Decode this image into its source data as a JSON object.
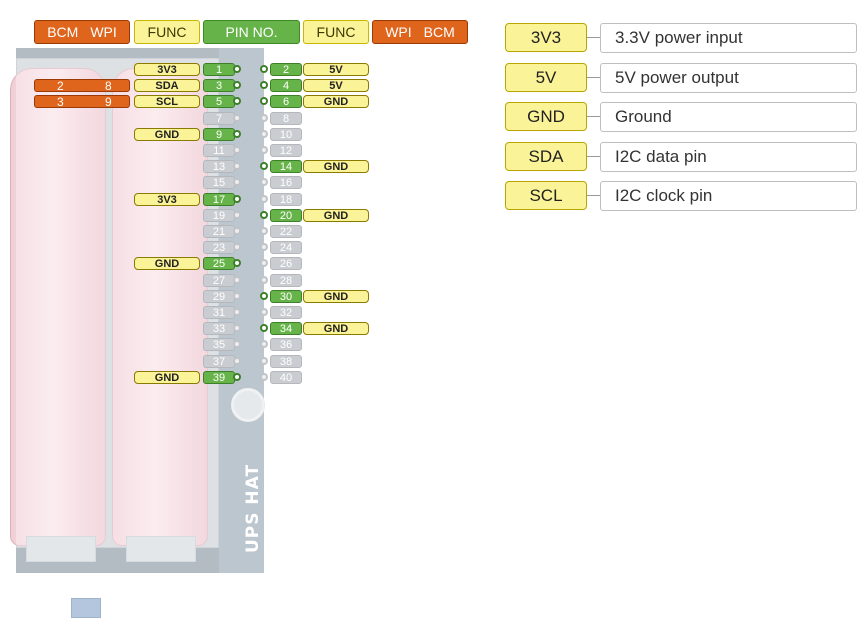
{
  "header": {
    "left_gpio_labels": [
      "BCM",
      "WPI"
    ],
    "left_func": "FUNC",
    "pin_no": "PIN NO.",
    "right_func": "FUNC",
    "right_gpio_labels": [
      "WPI",
      "BCM"
    ]
  },
  "pins": [
    {
      "n": "1",
      "active": true
    },
    {
      "n": "2",
      "active": true
    },
    {
      "n": "3",
      "active": true
    },
    {
      "n": "4",
      "active": true
    },
    {
      "n": "5",
      "active": true
    },
    {
      "n": "6",
      "active": true
    },
    {
      "n": "7",
      "active": false
    },
    {
      "n": "8",
      "active": false
    },
    {
      "n": "9",
      "active": true
    },
    {
      "n": "10",
      "active": false
    },
    {
      "n": "11",
      "active": false
    },
    {
      "n": "12",
      "active": false
    },
    {
      "n": "13",
      "active": false
    },
    {
      "n": "14",
      "active": true
    },
    {
      "n": "15",
      "active": false
    },
    {
      "n": "16",
      "active": false
    },
    {
      "n": "17",
      "active": true
    },
    {
      "n": "18",
      "active": false
    },
    {
      "n": "19",
      "active": false
    },
    {
      "n": "20",
      "active": true
    },
    {
      "n": "21",
      "active": false
    },
    {
      "n": "22",
      "active": false
    },
    {
      "n": "23",
      "active": false
    },
    {
      "n": "24",
      "active": false
    },
    {
      "n": "25",
      "active": true
    },
    {
      "n": "26",
      "active": false
    },
    {
      "n": "27",
      "active": false
    },
    {
      "n": "28",
      "active": false
    },
    {
      "n": "29",
      "active": false
    },
    {
      "n": "30",
      "active": true
    },
    {
      "n": "31",
      "active": false
    },
    {
      "n": "32",
      "active": false
    },
    {
      "n": "33",
      "active": false
    },
    {
      "n": "34",
      "active": true
    },
    {
      "n": "35",
      "active": false
    },
    {
      "n": "36",
      "active": false
    },
    {
      "n": "37",
      "active": false
    },
    {
      "n": "38",
      "active": false
    },
    {
      "n": "39",
      "active": true
    },
    {
      "n": "40",
      "active": false
    }
  ],
  "left_funcs": [
    {
      "pin": "1",
      "label": "3V3"
    },
    {
      "pin": "3",
      "label": "SDA",
      "bcm": "2",
      "wpi": "8"
    },
    {
      "pin": "5",
      "label": "SCL",
      "bcm": "3",
      "wpi": "9"
    },
    {
      "pin": "9",
      "label": "GND"
    },
    {
      "pin": "17",
      "label": "3V3"
    },
    {
      "pin": "25",
      "label": "GND"
    },
    {
      "pin": "39",
      "label": "GND"
    }
  ],
  "right_funcs": [
    {
      "pin": "2",
      "label": "5V"
    },
    {
      "pin": "4",
      "label": "5V"
    },
    {
      "pin": "6",
      "label": "GND"
    },
    {
      "pin": "14",
      "label": "GND"
    },
    {
      "pin": "20",
      "label": "GND"
    },
    {
      "pin": "30",
      "label": "GND"
    },
    {
      "pin": "34",
      "label": "GND"
    }
  ],
  "board_label": "UPS HAT",
  "legend": [
    {
      "tag": "3V3",
      "desc": "3.3V power input"
    },
    {
      "tag": "5V",
      "desc": "5V power output"
    },
    {
      "tag": "GND",
      "desc": "Ground"
    },
    {
      "tag": "SDA",
      "desc": "I2C data pin"
    },
    {
      "tag": "SCL",
      "desc": "I2C clock pin"
    }
  ],
  "colors": {
    "gpio_orange": "#e0651c",
    "func_yellow": "#fbf397",
    "pin_green": "#66b449",
    "pin_grey": "#c9cdd1"
  }
}
